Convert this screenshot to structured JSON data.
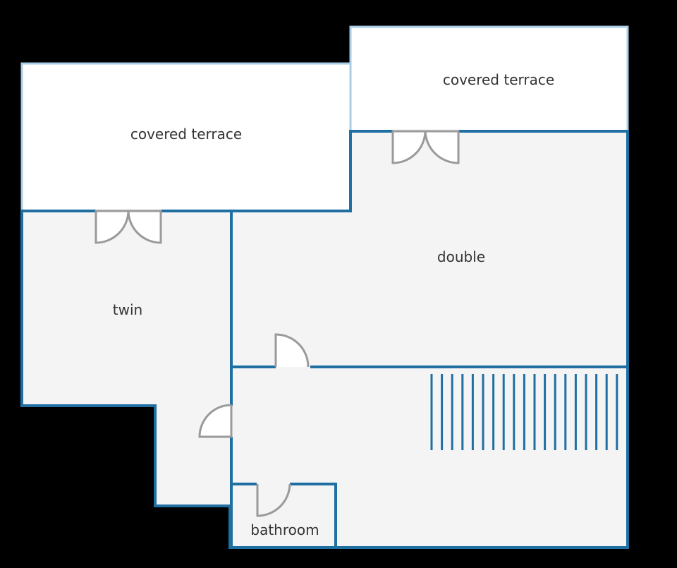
{
  "floorplan": {
    "colors": {
      "background": "#000000",
      "interior_fill": "#f4f4f4",
      "terrace_fill": "#ffffff",
      "wall": "#1f6fa3",
      "terrace_edge": "#a9cde6",
      "door": "#9a9a9a"
    },
    "rooms": {
      "terrace_left": {
        "label": "covered terrace"
      },
      "terrace_right": {
        "label": "covered terrace"
      },
      "double": {
        "label": "double"
      },
      "twin": {
        "label": "twin"
      },
      "bathroom": {
        "label": "bathroom"
      }
    },
    "icons": {
      "stairs": "stairs-icon",
      "double_door": "double-door-icon",
      "single_door": "door-swing-icon"
    }
  }
}
